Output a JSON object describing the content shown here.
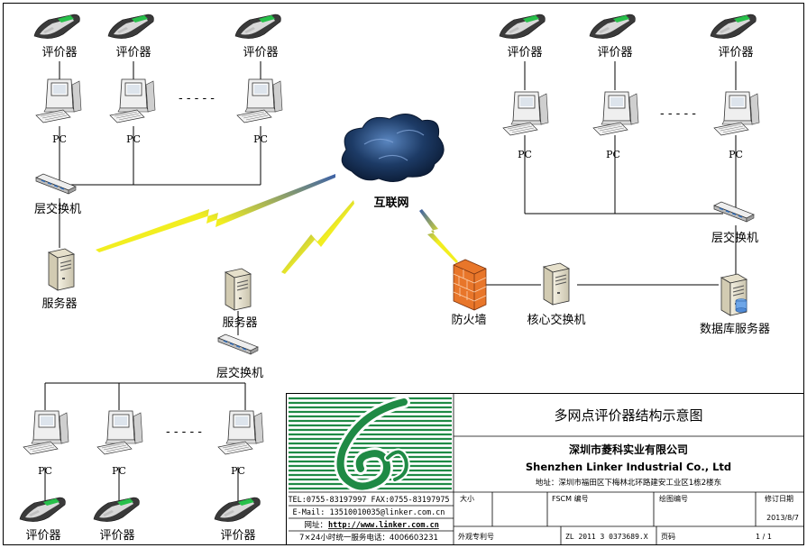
{
  "diagram": {
    "cloud_label": "互联网",
    "labels": {
      "evaluator": "评价器",
      "pc": "PC",
      "switch": "层交换机",
      "server": "服务器",
      "firewall": "防火墙",
      "core_switch": "核心交换机",
      "db_server": "数据库服务器",
      "ellipsis": "- - - - -"
    }
  },
  "title_block": {
    "title": "多网点评价器结构示意图",
    "company_cn": "深圳市菱科实业有限公司",
    "company_en": "Shenzhen Linker Industrial Co., Ltd",
    "address": "地址：深圳市福田区下梅林北环路建安工业区1栋2楼东",
    "tel_fax": "TEL:0755-83197997 FAX:0755-83197975",
    "email": "E-Mail: 13510010035@linker.com.cn",
    "website_label": "网址：",
    "website": "http://www.linker.com.cn",
    "hotline": "7×24小时统一服务电话：4006603231",
    "size_label": "大小",
    "fscm_label": "FSCM 编号",
    "drawing_no_label": "绘图编号",
    "version_label": "修订日期",
    "date": "2013/8/7",
    "patent_label": "外观专利号",
    "patent_no": "ZL 2011 3 0373689.X",
    "page_label": "页码",
    "page_value": "1 / 1"
  },
  "colors": {
    "lightning_yellow": "#f2ee20",
    "lightning_blue": "#3a5fa8",
    "logo_green": "#1f8a45",
    "cloud_dark": "#1d3b66",
    "firewall_orange": "#e8762a"
  }
}
